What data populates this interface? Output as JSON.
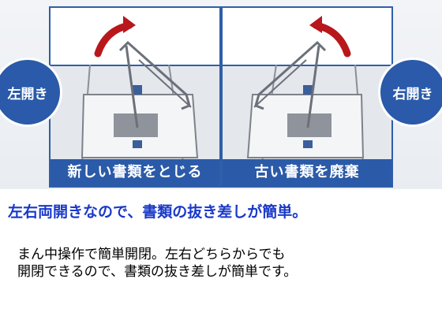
{
  "illustration": {
    "left_badge": "左開き",
    "right_badge": "右開き",
    "left_caption": "新しい書類をとじる",
    "right_caption": "古い書類を廃棄",
    "arrow_color": "#b8171c",
    "accent_color": "#2b5aa8"
  },
  "headline": "左右両開きなので、書類の抜き差しが簡単。",
  "description": {
    "line1": "まん中操作で簡単開閉。左右どちらからでも",
    "line2": "開閉できるので、書類の抜き差しが簡単です。"
  }
}
